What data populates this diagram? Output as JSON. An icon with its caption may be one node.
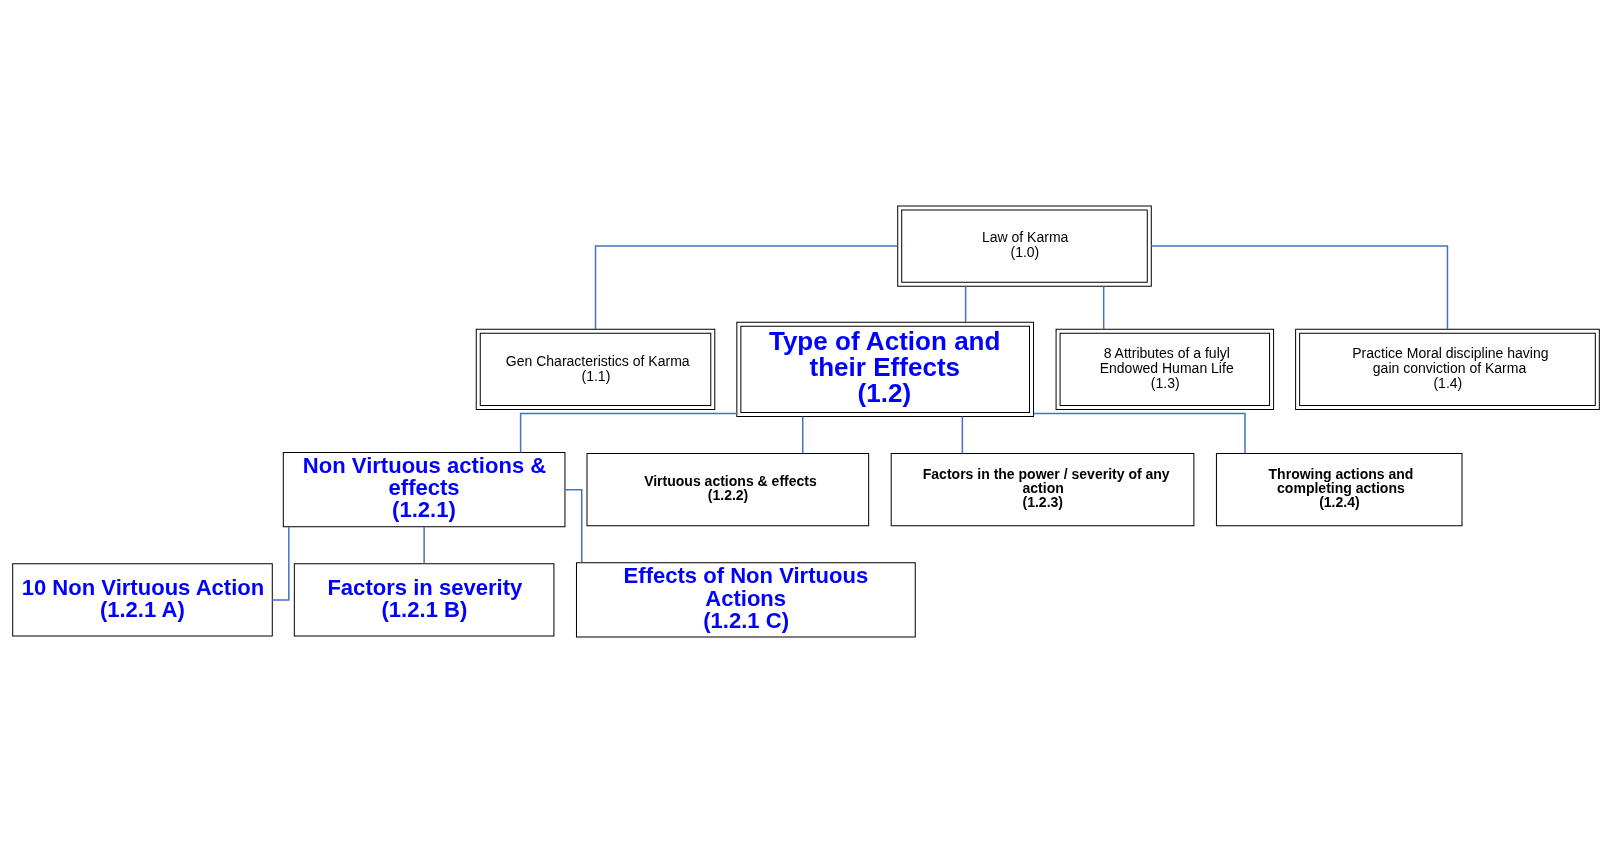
{
  "diagram": {
    "nodes": [
      {
        "text": [
          "Law of Karma",
          "(1.0)"
        ]
      },
      {
        "text": [
          "Gen Characteristics of Karma",
          "(1.1)"
        ]
      },
      {
        "text": [
          "Type of Action and their Effects",
          "(1.2)"
        ]
      },
      {
        "text": [
          "8 Attributes of a fulyl Endowed Human Life",
          "(1.3)"
        ]
      },
      {
        "text": [
          "Practice Moral discipline having gain conviction of Karma",
          "(1.4)"
        ]
      },
      {
        "text": [
          "Non Virtuous actions & effects",
          "(1.2.1)"
        ]
      },
      {
        "text": [
          "Virtuous actions & effects",
          "(1.2.2)"
        ]
      },
      {
        "text": [
          "Factors in the power / severity of any action",
          "(1.2.3)"
        ]
      },
      {
        "text": [
          "Throwing actions and completing actions",
          "(1.2.4)"
        ]
      },
      {
        "text": [
          "10 Non Virtuous Action",
          "(1.2.1 A)"
        ]
      },
      {
        "text": [
          "Factors in severity",
          "(1.2.1 B)"
        ]
      },
      {
        "text": [
          "Effects of Non Virtuous Actions",
          "(1.2.1 C)"
        ]
      }
    ],
    "edges": [
      {
        "from": 0,
        "to": 1,
        "arrow": "none"
      },
      {
        "from": 0,
        "to": 2,
        "arrow": "none"
      },
      {
        "from": 0,
        "to": 3,
        "arrow": "none"
      },
      {
        "from": 0,
        "to": 4,
        "arrow": "none"
      },
      {
        "from": 2,
        "to": 5,
        "arrow": "none"
      },
      {
        "from": 2,
        "to": 6,
        "arrow": "none"
      },
      {
        "from": 2,
        "to": 7,
        "arrow": "none"
      },
      {
        "from": 2,
        "to": 8,
        "arrow": "none"
      },
      {
        "from": 5,
        "to": 9,
        "arrow": "none"
      },
      {
        "from": 5,
        "to": 10,
        "arrow": "none"
      },
      {
        "from": 5,
        "to": 11,
        "arrow": "none"
      }
    ]
  }
}
